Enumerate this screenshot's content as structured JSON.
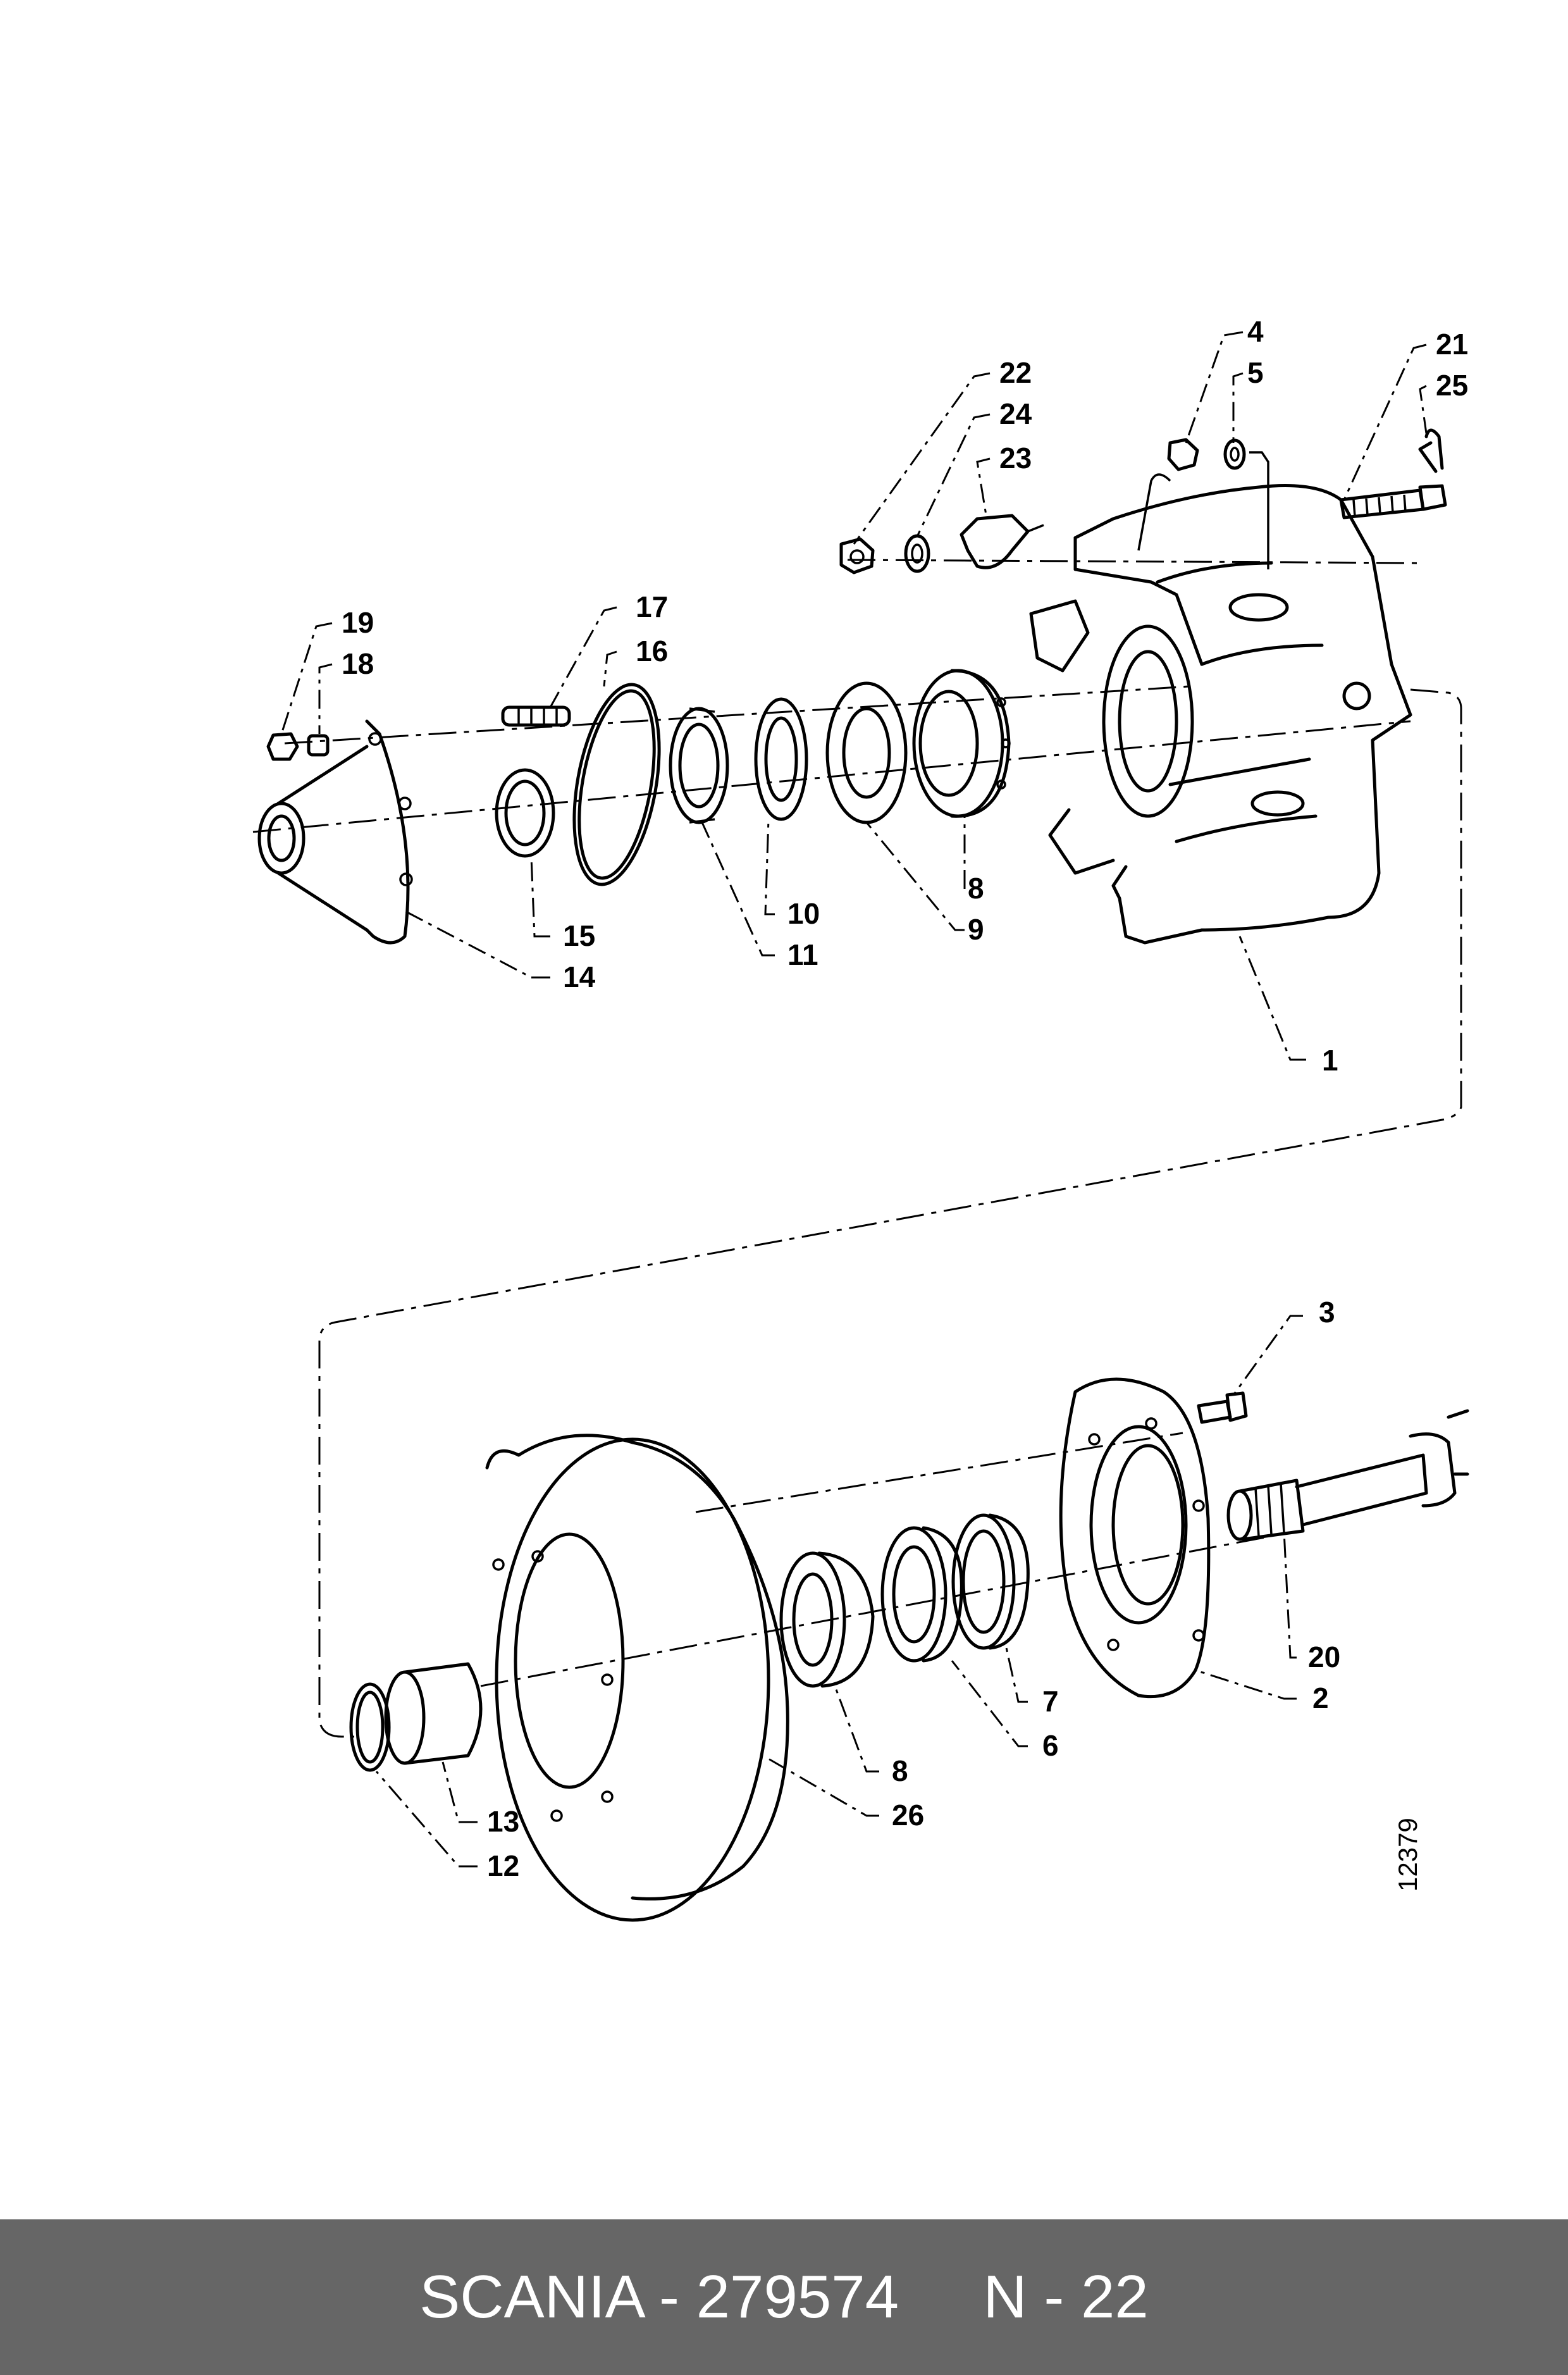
{
  "diagram": {
    "drawing_number": "12379",
    "callouts": [
      {
        "id": "c1",
        "label": "1"
      },
      {
        "id": "c2",
        "label": "2"
      },
      {
        "id": "c3",
        "label": "3"
      },
      {
        "id": "c4",
        "label": "4"
      },
      {
        "id": "c5",
        "label": "5"
      },
      {
        "id": "c6",
        "label": "6"
      },
      {
        "id": "c7",
        "label": "7"
      },
      {
        "id": "c8a",
        "label": "8"
      },
      {
        "id": "c8b",
        "label": "8"
      },
      {
        "id": "c9",
        "label": "9"
      },
      {
        "id": "c10",
        "label": "10"
      },
      {
        "id": "c11",
        "label": "11"
      },
      {
        "id": "c12",
        "label": "12"
      },
      {
        "id": "c13",
        "label": "13"
      },
      {
        "id": "c14",
        "label": "14"
      },
      {
        "id": "c15",
        "label": "15"
      },
      {
        "id": "c16",
        "label": "16"
      },
      {
        "id": "c17",
        "label": "17"
      },
      {
        "id": "c18",
        "label": "18"
      },
      {
        "id": "c19",
        "label": "19"
      },
      {
        "id": "c20",
        "label": "20"
      },
      {
        "id": "c21",
        "label": "21"
      },
      {
        "id": "c22",
        "label": "22"
      },
      {
        "id": "c23",
        "label": "23"
      },
      {
        "id": "c24",
        "label": "24"
      },
      {
        "id": "c25",
        "label": "25"
      },
      {
        "id": "c26",
        "label": "26"
      }
    ]
  },
  "footer": {
    "text": "SCANIA - 279574     N - 22"
  }
}
